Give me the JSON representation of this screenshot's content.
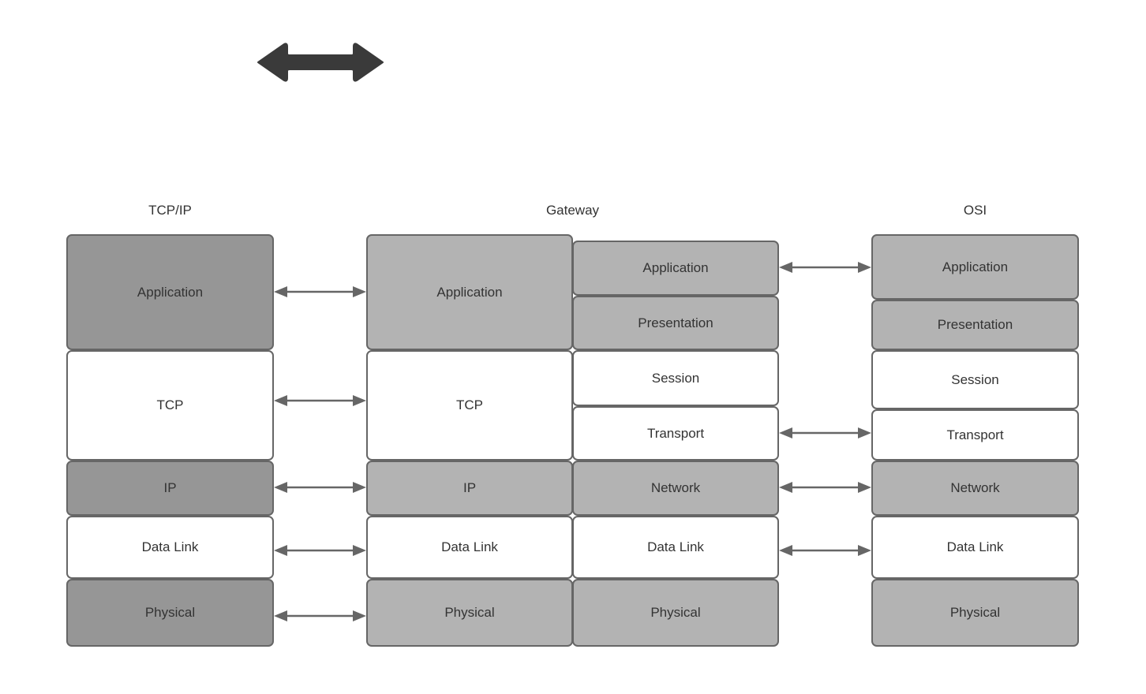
{
  "diagram": {
    "title_top_arrow": "bidirectional-flow-arrow",
    "columns": [
      {
        "id": "tcpip",
        "title": "TCP/IP",
        "layers": [
          {
            "label": "Application",
            "fill": "dark"
          },
          {
            "label": "TCP",
            "fill": "white"
          },
          {
            "label": "IP",
            "fill": "dark"
          },
          {
            "label": "Data Link",
            "fill": "white"
          },
          {
            "label": "Physical",
            "fill": "dark"
          }
        ]
      },
      {
        "id": "gateway",
        "title": "Gateway",
        "left_layers": [
          {
            "label": "Application",
            "fill": "light"
          },
          {
            "label": "TCP",
            "fill": "white"
          },
          {
            "label": "IP",
            "fill": "light"
          },
          {
            "label": "Data Link",
            "fill": "white"
          },
          {
            "label": "Physical",
            "fill": "light"
          }
        ],
        "right_layers": [
          {
            "label": "Application",
            "fill": "light"
          },
          {
            "label": "Presentation",
            "fill": "light"
          },
          {
            "label": "Session",
            "fill": "white"
          },
          {
            "label": "Transport",
            "fill": "white"
          },
          {
            "label": "Network",
            "fill": "light"
          },
          {
            "label": "Data Link",
            "fill": "white"
          },
          {
            "label": "Physical",
            "fill": "light"
          }
        ]
      },
      {
        "id": "osi",
        "title": "OSI",
        "layers": [
          {
            "label": "Application",
            "fill": "light"
          },
          {
            "label": "Presentation",
            "fill": "light"
          },
          {
            "label": "Session",
            "fill": "white"
          },
          {
            "label": "Transport",
            "fill": "white"
          },
          {
            "label": "Network",
            "fill": "light"
          },
          {
            "label": "Data Link",
            "fill": "white"
          },
          {
            "label": "Physical",
            "fill": "light"
          }
        ]
      }
    ],
    "connectors_left": [
      "Application",
      "TCP",
      "IP",
      "Data Link",
      "Physical"
    ],
    "connectors_right": [
      "Application",
      "Transport",
      "Network",
      "Data Link"
    ],
    "colors": {
      "stroke": "#666666",
      "fill_dark": "#969696",
      "fill_light": "#b3b3b3",
      "fill_white": "#ffffff",
      "text": "#333333",
      "big_arrow": "#3a3a3a",
      "connector": "#666666"
    }
  }
}
